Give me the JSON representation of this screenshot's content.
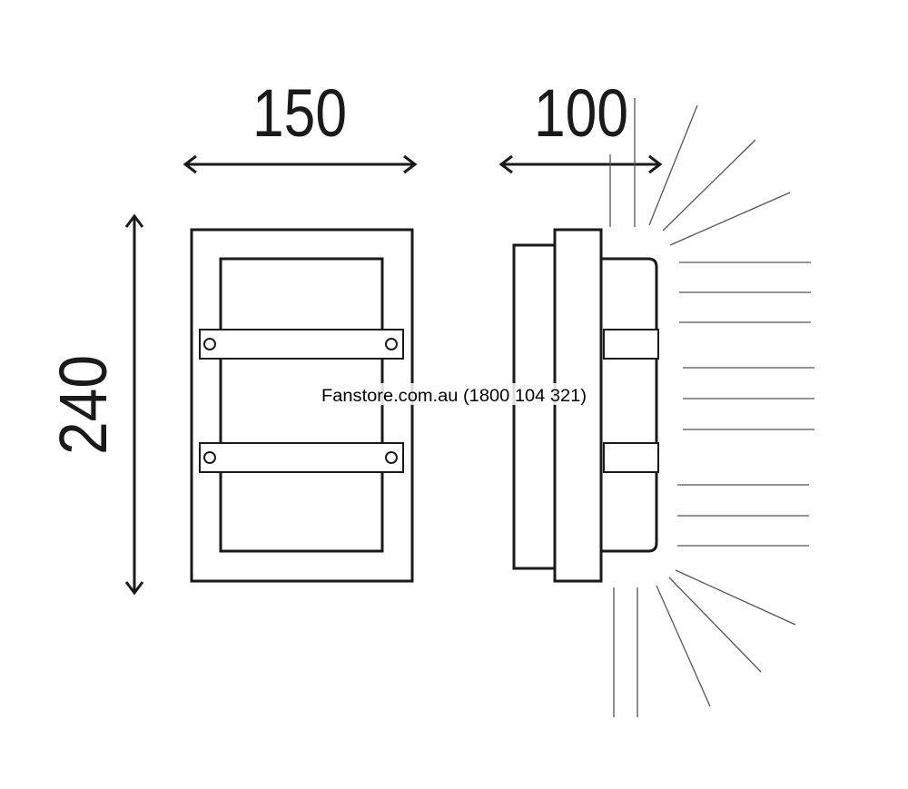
{
  "dimensions": {
    "width": "150",
    "depth": "100",
    "height": "240"
  },
  "watermark": "Fanstore.com.au (1800 104 321)"
}
